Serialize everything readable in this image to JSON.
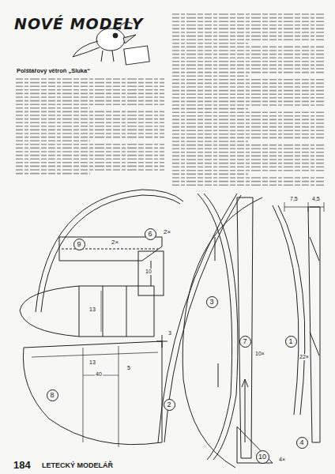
{
  "diagram": {
    "title": "NOVÉ MODELY",
    "nodes": [
      {
        "text": [
          "6"
        ]
      },
      {
        "text": [
          "9"
        ]
      },
      {
        "text": [
          "3"
        ]
      },
      {
        "text": [
          "2"
        ]
      },
      {
        "text": [
          "7"
        ]
      },
      {
        "text": [
          "1"
        ]
      },
      {
        "text": [
          "8"
        ]
      },
      {
        "text": [
          "10"
        ]
      },
      {
        "text": [
          "4"
        ]
      }
    ],
    "labels": [
      "Polštářový větroň „Sluka“",
      "2×",
      "2×",
      "10",
      "13",
      "13",
      "40",
      "5",
      "3",
      "10×",
      "22×",
      "7,5",
      "4,5",
      "4×",
      "184",
      "LETECKÝ MODELÁŘ"
    ]
  }
}
